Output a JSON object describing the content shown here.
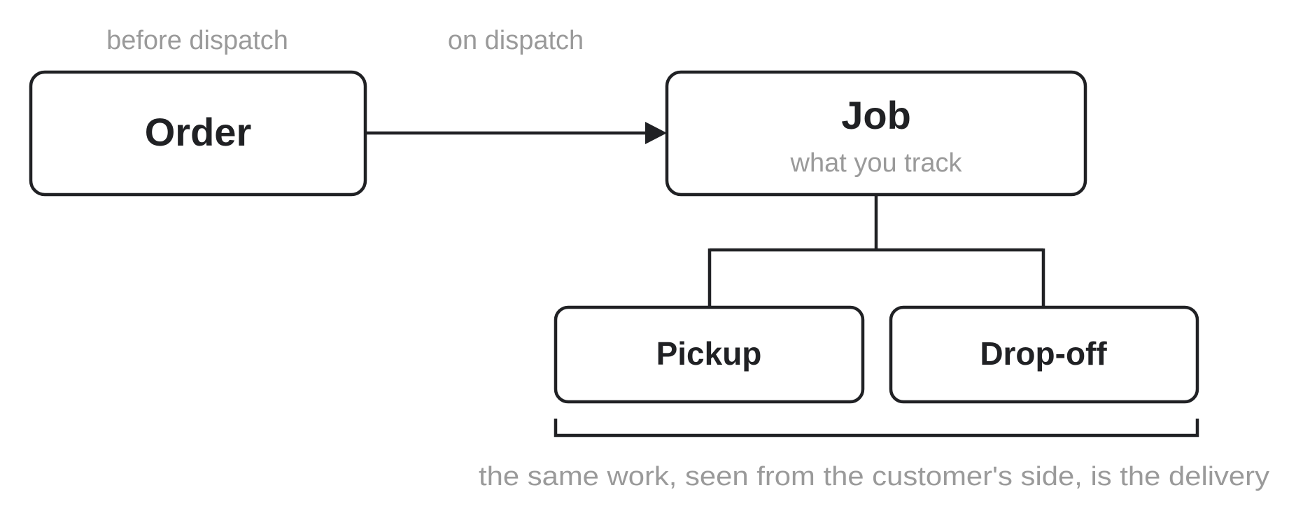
{
  "labels": {
    "before_dispatch": "before dispatch",
    "on_dispatch": "on dispatch",
    "bracket_caption": "the same work, seen from the customer's side, is the delivery"
  },
  "nodes": {
    "order": {
      "title": "Order"
    },
    "job": {
      "title": "Job",
      "subtitle": "what you track"
    },
    "pickup": {
      "title": "Pickup"
    },
    "dropoff": {
      "title": "Drop-off"
    }
  },
  "colors": {
    "stroke": "#202124",
    "muted_text": "#9a9a9a",
    "background": "#ffffff"
  }
}
